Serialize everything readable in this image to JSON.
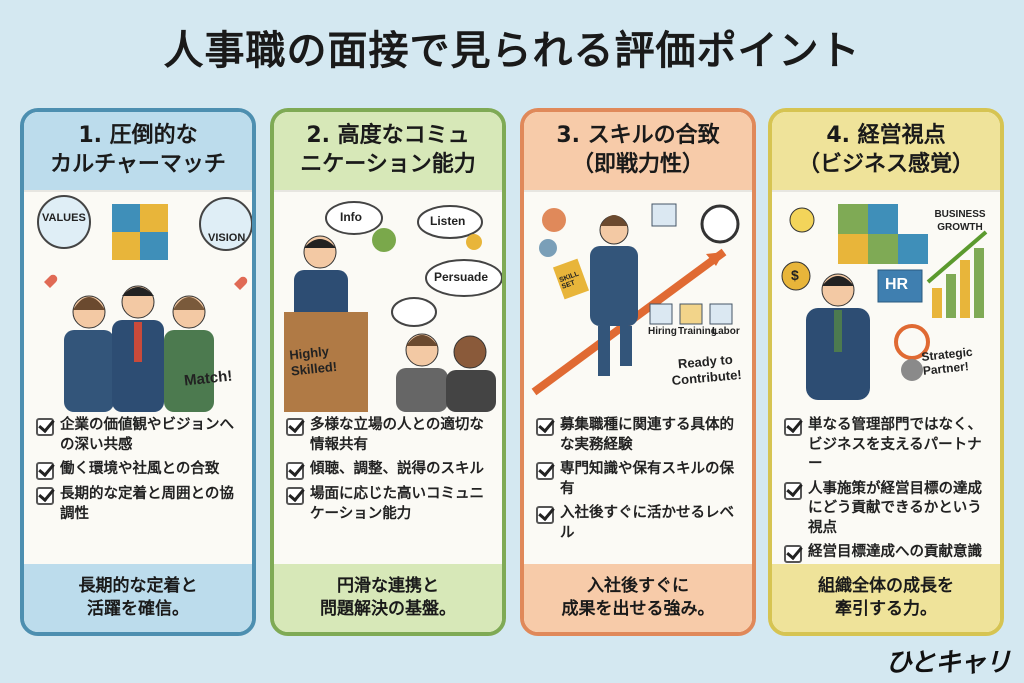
{
  "title": "人事職の面接で見られる評価ポイント",
  "cards": [
    {
      "head1": "1. 圧倒的な",
      "head2": "カルチャーマッチ",
      "illus": {
        "a": "VALUES",
        "b": "VISION",
        "c": "Match!"
      },
      "items": [
        "企業の価値観やビジョンへの深い共感",
        "働く環境や社風との合致",
        "長期的な定着と周囲との協調性"
      ],
      "foot1": "長期的な定着と",
      "foot2": "活躍を確信。"
    },
    {
      "head1": "2. 高度なコミュ",
      "head2": "ニケーション能力",
      "illus": {
        "a": "Info",
        "b": "Listen",
        "c": "Persuade",
        "d": "Highly Skilled!"
      },
      "items": [
        "多様な立場の人との適切な情報共有",
        "傾聴、調整、説得のスキル",
        "場面に応じた高いコミュニケーション能力"
      ],
      "foot1": "円滑な連携と",
      "foot2": "問題解決の基盤。"
    },
    {
      "head1": "3. スキルの合致",
      "head2": "（即戦力性）",
      "illus": {
        "a": "Hiring",
        "b": "Training",
        "c": "Labor",
        "d": "Ready to Contribute!",
        "e": "SKILL SET"
      },
      "items": [
        "募集職種に関連する具体的な実務経験",
        "専門知識や保有スキルの保有",
        "入社後すぐに活かせるレベル"
      ],
      "foot1": "入社後すぐに",
      "foot2": "成果を出せる強み。"
    },
    {
      "head1": "4. 経営視点",
      "head2": "（ビジネス感覚）",
      "illus": {
        "a": "BUSINESS GROWTH",
        "b": "HR",
        "c": "Strategic Partner!",
        "d": "$"
      },
      "items": [
        "単なる管理部門ではなく、ビジネスを支えるパートナー",
        "人事施策が経営目標の達成にどう貢献できるかという視点",
        "経営目標達成への貢献意識"
      ],
      "foot1": "組織全体の成長を",
      "foot2": "牽引する力。"
    }
  ],
  "logo": "ひとキャリ"
}
